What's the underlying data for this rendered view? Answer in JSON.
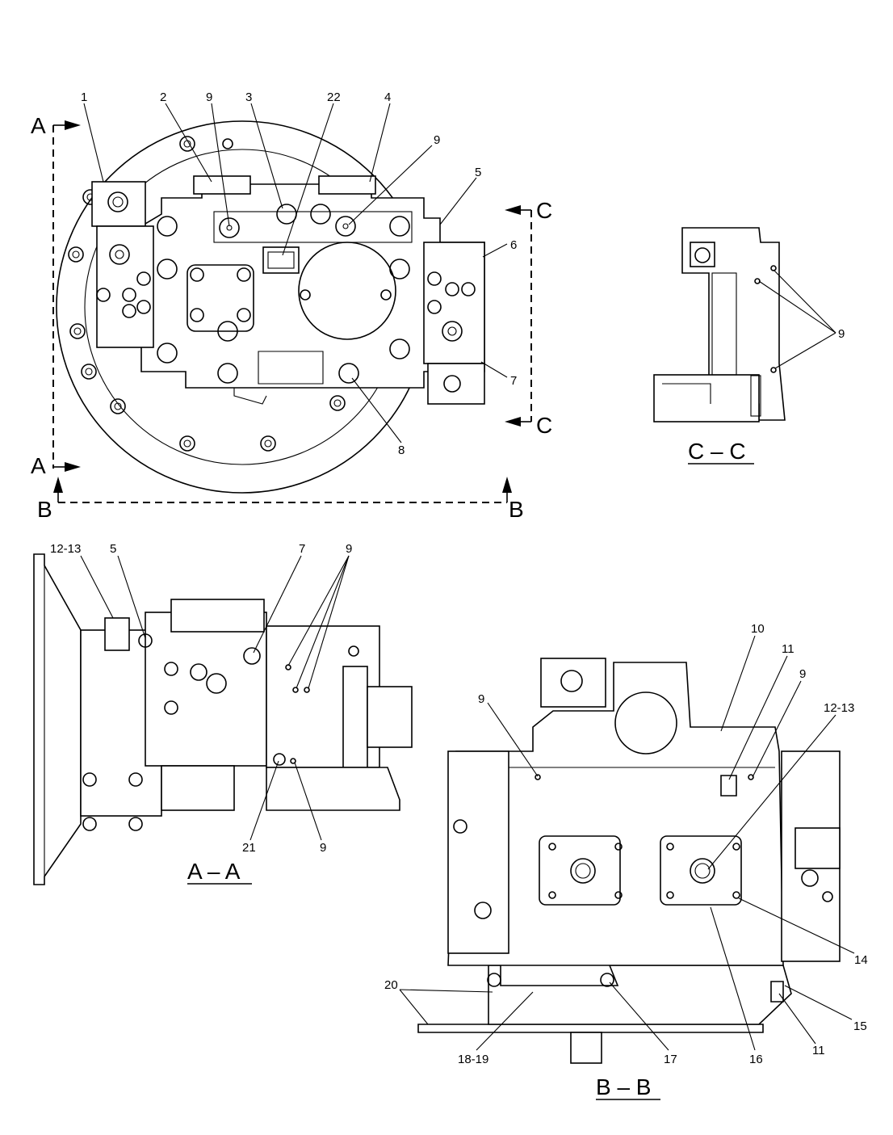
{
  "drawing": {
    "callouts_main": [
      "1",
      "2",
      "9",
      "3",
      "22",
      "4",
      "9",
      "5",
      "6",
      "7",
      "8"
    ],
    "callouts_cc": [
      "9"
    ],
    "callouts_aa": [
      "12-13",
      "5",
      "7",
      "9",
      "21",
      "9"
    ],
    "callouts_bb": [
      "10",
      "11",
      "9",
      "9",
      "12-13",
      "14",
      "15",
      "11",
      "16",
      "17",
      "18-19",
      "20"
    ],
    "section_markers": {
      "a_top": "A",
      "a_bottom": "A",
      "b_left": "B",
      "b_right": "B",
      "c_top": "C",
      "c_bottom": "C"
    },
    "section_titles": {
      "aa": "A – A",
      "bb": "B – B",
      "cc": "C – C"
    }
  }
}
